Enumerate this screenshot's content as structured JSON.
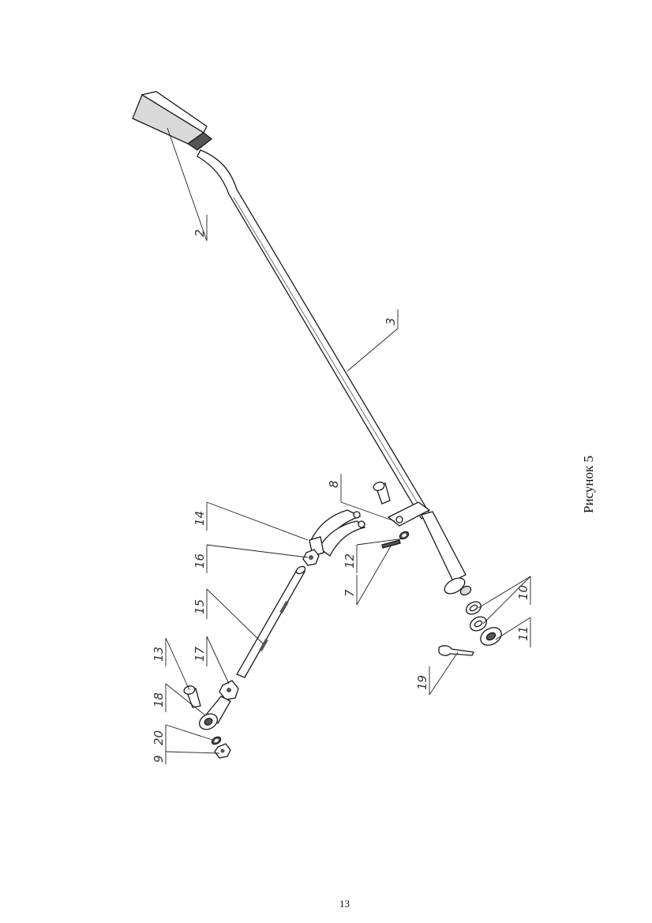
{
  "figure": {
    "caption": "Рисунок 5",
    "page_number": "13",
    "part_labels": [
      "2",
      "3",
      "8",
      "14",
      "12",
      "16",
      "7",
      "15",
      "10",
      "11",
      "13",
      "17",
      "18",
      "19",
      "20",
      "9"
    ]
  }
}
